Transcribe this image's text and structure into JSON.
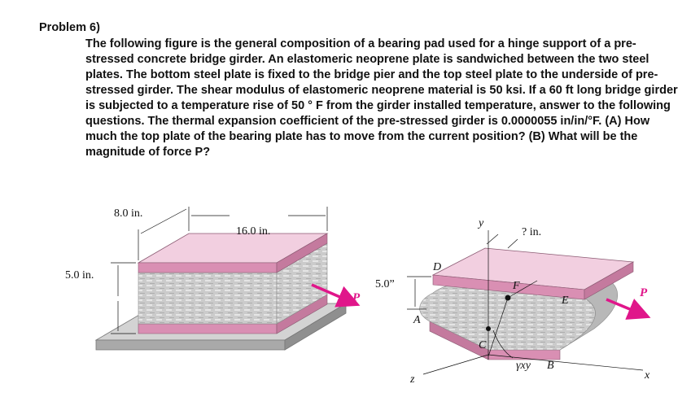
{
  "problem": {
    "title": "Problem 6)",
    "text": "The following figure is the general composition of a bearing pad used for a hinge support of a pre-stressed concrete bridge girder.  An elastomeric neoprene plate is sandwiched between the two steel plates.  The bottom steel plate is fixed to the bridge pier and the top steel plate to the underside of pre-stressed girder.  The shear modulus of elastomeric neoprene material is 50 ksi.   If a 60 ft long bridge girder is subjected to a temperature rise of 50 ° F from the girder installed temperature, answer to the following questions.  The thermal expansion coefficient of the pre-stressed girder is 0.0000055 in/in/°F.  (A) How much the top plate of the bearing plate has to move from the current position?  (B) What will be the magnitude of force P?"
  },
  "figure_left": {
    "width_label": "8.0 in.",
    "length_label": "16.0 in.",
    "height_label": "5.0 in.",
    "force_label": "P"
  },
  "figure_right": {
    "height_label": "5.0”",
    "displacement_label": "? in.",
    "axis_y": "y",
    "axis_x": "x",
    "axis_z": "z",
    "point_a": "A",
    "point_c": "C",
    "point_d": "D",
    "point_e": "E",
    "point_f": "F",
    "strain_label": "γxy",
    "point_b": "B",
    "force_label": "P"
  },
  "colors": {
    "plate_top": "#f2cfe0",
    "plate_front": "#d98fb3",
    "plate_side": "#c47a9e",
    "neoprene": "#c9c9c9",
    "base_top": "#d3d3d3",
    "base_front": "#a9a9a9",
    "force_arrow": "#e0168a"
  }
}
